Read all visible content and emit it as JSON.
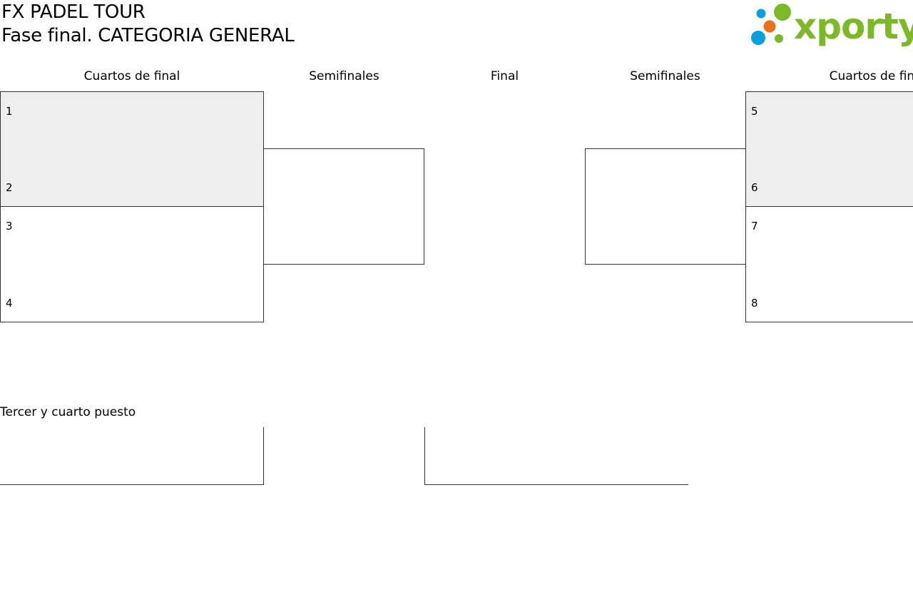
{
  "header": {
    "title": "FX PADEL TOUR",
    "subtitle": "Fase final. CATEGORIA GENERAL"
  },
  "logo": {
    "text": "xporty",
    "colors": {
      "green": "#7cb928",
      "blue": "#0aa0e0",
      "orange": "#e8731a"
    }
  },
  "rounds": {
    "left_quarters": "Cuartos de final",
    "left_semis": "Semifinales",
    "final": "Final",
    "right_semis": "Semifinales",
    "right_quarters": "Cuartos de final"
  },
  "seeds": [
    "1",
    "2",
    "3",
    "4",
    "5",
    "6",
    "7",
    "8"
  ],
  "third_place": {
    "title": "Tercer y cuarto puesto"
  },
  "colors": {
    "match_fill": "#eeeeee",
    "border": "#333333"
  }
}
